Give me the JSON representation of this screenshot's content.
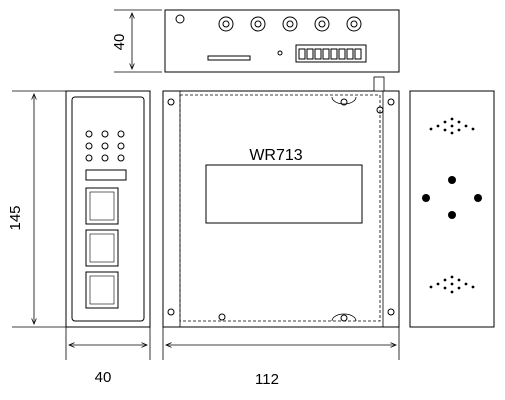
{
  "model_label": "WR713",
  "dimensions": {
    "top_height": "40",
    "side_height": "145",
    "front_width": "40",
    "main_width": "112"
  }
}
